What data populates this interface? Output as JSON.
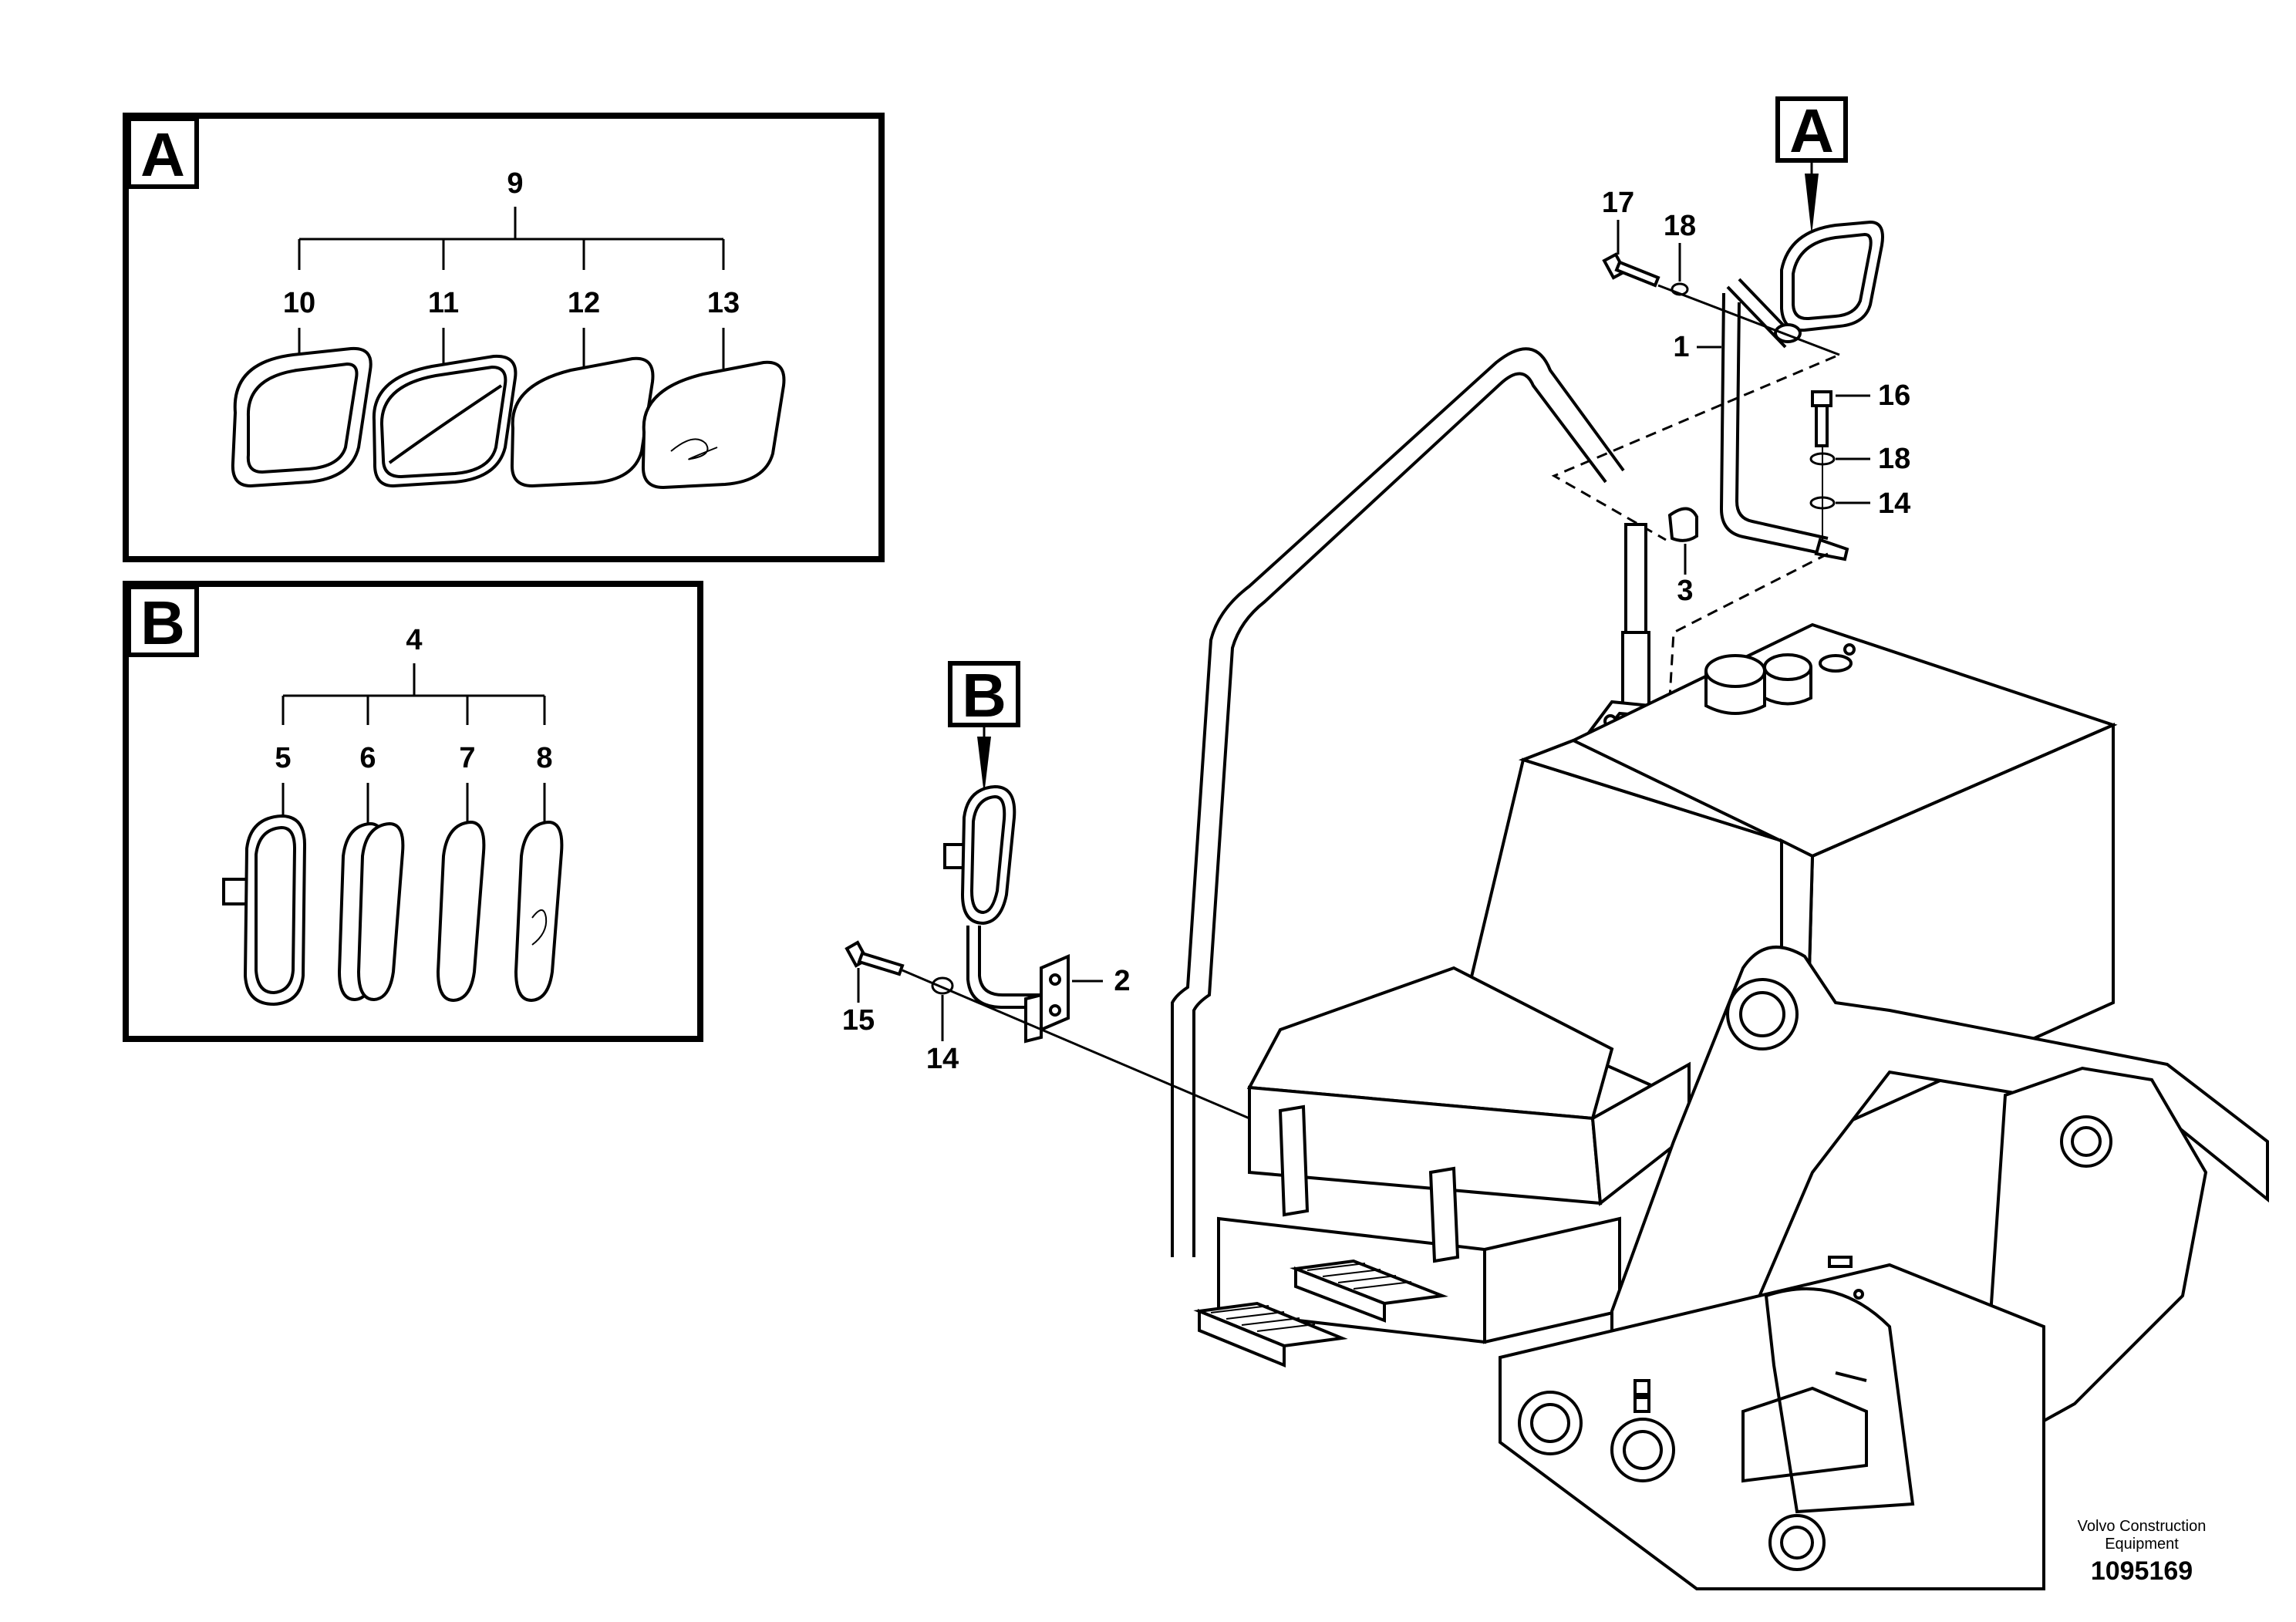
{
  "detail_boxes": [
    {
      "letter": "A",
      "group": "9",
      "parts": [
        "10",
        "11",
        "12",
        "13"
      ]
    },
    {
      "letter": "B",
      "group": "4",
      "parts": [
        "5",
        "6",
        "7",
        "8"
      ]
    }
  ],
  "view_markers": {
    "a": "A",
    "b": "B"
  },
  "callouts": {
    "c1": "1",
    "c2": "2",
    "c3": "3",
    "c14a": "14",
    "c14b": "14",
    "c15": "15",
    "c16": "16",
    "c17": "17",
    "c18a": "18",
    "c18b": "18"
  },
  "footer": {
    "company_line1": "Volvo Construction",
    "company_line2": "Equipment",
    "drawing_number": "1095169"
  }
}
